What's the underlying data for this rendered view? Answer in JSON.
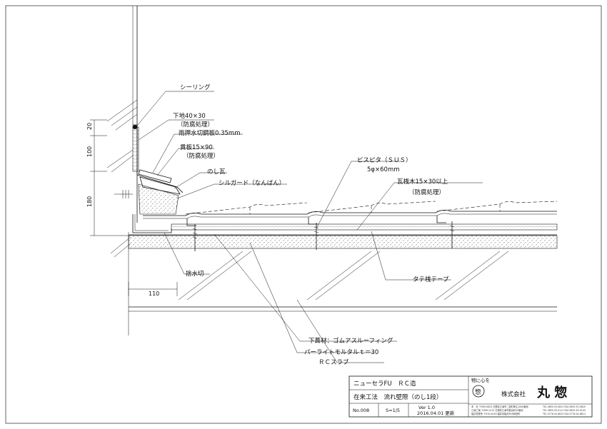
{
  "labels": {
    "sealing": "シーリング",
    "base_1": "下地40×30",
    "base_2": "（防腐処理）",
    "flashing": "雨押水切鋼板0.35mm",
    "nuki_1": "貫板15×90",
    "nuki_2": "（防腐処理）",
    "noshi": "のし瓦",
    "sill_guard": "シルガード（なんばん）",
    "screw_1": "ビスピタ（ＳＵＳ）",
    "screw_2": "5φ×60mm",
    "batten_1": "瓦桟木15×30以上",
    "batten_2": "（防腐処理）",
    "drip": "捨水切",
    "tape": "タテ桟テープ",
    "underlay": "下葺材：ゴムアスルーフィング",
    "mortar": "パーライトモルタルｔ＝30",
    "slab": "ＲＣスラブ"
  },
  "dimensions": {
    "d20": "20",
    "d100": "100",
    "d180": "180",
    "d110": "110"
  },
  "title_block": {
    "product": "ニューセラFU　ＲＣ造",
    "method": "在来工法　流れ壁際（のし1段）",
    "number": "No.008",
    "scale": "S=1/5",
    "version": "Ver 1.0",
    "date": "2016.04.01 更新",
    "slogan": "物に心を",
    "company_prefix": "株式会社",
    "company_name": "丸 惣",
    "logo_text": "惣",
    "addresses": [
      "本　社 〒699-0624 島根県江津市二宮町神主1000番地",
      "江津工場 〒699-2212 島根県江津市都治町42番地",
      "福井営業所 〒910-0016 福井県福井市大和田町",
      "TEL 0855-53-0611  FAX 0855-53-0620",
      "TEL 0855-55-0111  FAX 0855-55-0105",
      "TEL 0776-54-8612  FAX 0776-54-8614"
    ]
  }
}
